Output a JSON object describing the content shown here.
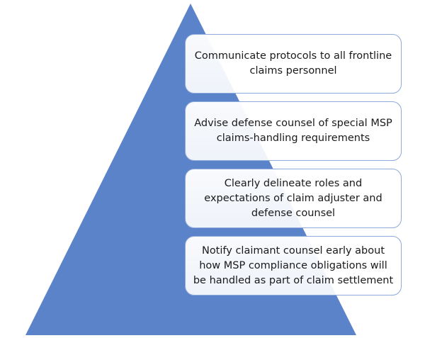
{
  "colors": {
    "pyramid_fill": "#5b83c9",
    "box_border": "#8eaadb",
    "box_fill": "#ffffff",
    "text": "#1a1a1a"
  },
  "pyramid": {
    "shape": "triangle",
    "boxes": [
      {
        "text": "Communicate protocols to all frontline claims personnel"
      },
      {
        "text": "Advise defense counsel of special MSP claims-handling requirements"
      },
      {
        "text": "Clearly delineate roles and expectations of claim adjuster and defense counsel"
      },
      {
        "text": "Notify claimant counsel early about how MSP compliance obligations will be handled as part of claim settlement"
      }
    ]
  }
}
